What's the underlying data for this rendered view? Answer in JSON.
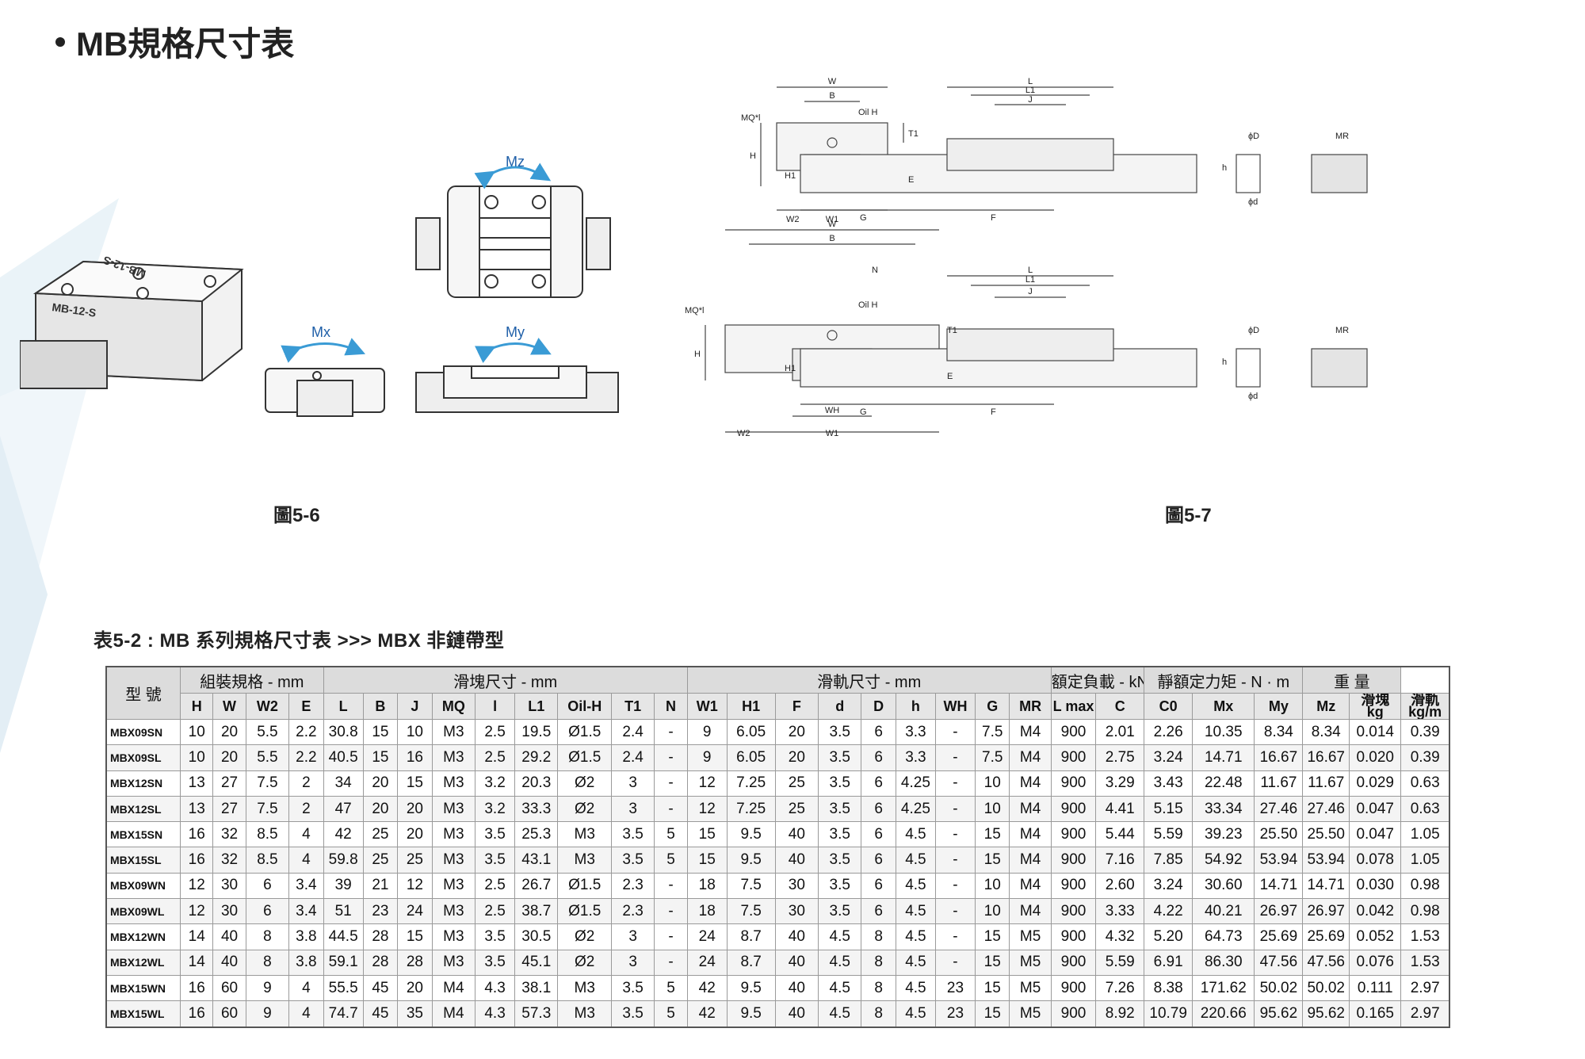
{
  "heading": "MB規格尺寸表",
  "figures": {
    "fig56_caption": "圖5-6",
    "fig57_caption": "圖5-7",
    "moment_labels": {
      "mz": "Mz",
      "mx": "Mx",
      "my": "My"
    },
    "block_marking": "MB-12-S",
    "dim_labels": {
      "w": "W",
      "b": "B",
      "mq": "MQ*l",
      "oil": "Oil H",
      "h": "H",
      "t1": "T1",
      "e": "E",
      "w2": "W2",
      "w1": "W1",
      "wh": "WH",
      "l": "L",
      "l1": "L1",
      "j": "J",
      "h1": "H1",
      "g": "G",
      "f": "F",
      "od": "ϕD",
      "smallh": "h",
      "odd": "ϕd",
      "mr": "MR",
      "n": "N"
    }
  },
  "table": {
    "title": "表5-2 : MB 系列規格尺寸表 >>>  MBX 非鏈帶型",
    "model_header": "型 號",
    "groups": [
      {
        "label": "組裝規格 - mm",
        "span": 4
      },
      {
        "label": "滑塊尺寸 - mm",
        "span": 9
      },
      {
        "label": "滑軌尺寸 - mm",
        "span": 9
      },
      {
        "label": "額定負載 - kN",
        "span": 2
      },
      {
        "label": "靜額定力矩 - N · m",
        "span": 3
      },
      {
        "label": "重 量",
        "span": 2
      }
    ],
    "columns": [
      "H",
      "W",
      "W2",
      "E",
      "L",
      "B",
      "J",
      "MQ",
      "l",
      "L1",
      "Oil-H",
      "T1",
      "N",
      "W1",
      "H1",
      "F",
      "d",
      "D",
      "h",
      "WH",
      "G",
      "MR",
      "L max",
      "C",
      "C0",
      "Mx",
      "My",
      "Mz",
      "滑塊\nkg",
      "滑軌\nkg/m"
    ],
    "rows": [
      [
        "MBX09SN",
        "10",
        "20",
        "5.5",
        "2.2",
        "30.8",
        "15",
        "10",
        "M3",
        "2.5",
        "19.5",
        "Ø1.5",
        "2.4",
        "-",
        "9",
        "6.05",
        "20",
        "3.5",
        "6",
        "3.3",
        "-",
        "7.5",
        "M4",
        "900",
        "2.01",
        "2.26",
        "10.35",
        "8.34",
        "8.34",
        "0.014",
        "0.39"
      ],
      [
        "MBX09SL",
        "10",
        "20",
        "5.5",
        "2.2",
        "40.5",
        "15",
        "16",
        "M3",
        "2.5",
        "29.2",
        "Ø1.5",
        "2.4",
        "-",
        "9",
        "6.05",
        "20",
        "3.5",
        "6",
        "3.3",
        "-",
        "7.5",
        "M4",
        "900",
        "2.75",
        "3.24",
        "14.71",
        "16.67",
        "16.67",
        "0.020",
        "0.39"
      ],
      [
        "MBX12SN",
        "13",
        "27",
        "7.5",
        "2",
        "34",
        "20",
        "15",
        "M3",
        "3.2",
        "20.3",
        "Ø2",
        "3",
        "-",
        "12",
        "7.25",
        "25",
        "3.5",
        "6",
        "4.25",
        "-",
        "10",
        "M4",
        "900",
        "3.29",
        "3.43",
        "22.48",
        "11.67",
        "11.67",
        "0.029",
        "0.63"
      ],
      [
        "MBX12SL",
        "13",
        "27",
        "7.5",
        "2",
        "47",
        "20",
        "20",
        "M3",
        "3.2",
        "33.3",
        "Ø2",
        "3",
        "-",
        "12",
        "7.25",
        "25",
        "3.5",
        "6",
        "4.25",
        "-",
        "10",
        "M4",
        "900",
        "4.41",
        "5.15",
        "33.34",
        "27.46",
        "27.46",
        "0.047",
        "0.63"
      ],
      [
        "MBX15SN",
        "16",
        "32",
        "8.5",
        "4",
        "42",
        "25",
        "20",
        "M3",
        "3.5",
        "25.3",
        "M3",
        "3.5",
        "5",
        "15",
        "9.5",
        "40",
        "3.5",
        "6",
        "4.5",
        "-",
        "15",
        "M4",
        "900",
        "5.44",
        "5.59",
        "39.23",
        "25.50",
        "25.50",
        "0.047",
        "1.05"
      ],
      [
        "MBX15SL",
        "16",
        "32",
        "8.5",
        "4",
        "59.8",
        "25",
        "25",
        "M3",
        "3.5",
        "43.1",
        "M3",
        "3.5",
        "5",
        "15",
        "9.5",
        "40",
        "3.5",
        "6",
        "4.5",
        "-",
        "15",
        "M4",
        "900",
        "7.16",
        "7.85",
        "54.92",
        "53.94",
        "53.94",
        "0.078",
        "1.05"
      ],
      [
        "MBX09WN",
        "12",
        "30",
        "6",
        "3.4",
        "39",
        "21",
        "12",
        "M3",
        "2.5",
        "26.7",
        "Ø1.5",
        "2.3",
        "-",
        "18",
        "7.5",
        "30",
        "3.5",
        "6",
        "4.5",
        "-",
        "10",
        "M4",
        "900",
        "2.60",
        "3.24",
        "30.60",
        "14.71",
        "14.71",
        "0.030",
        "0.98"
      ],
      [
        "MBX09WL",
        "12",
        "30",
        "6",
        "3.4",
        "51",
        "23",
        "24",
        "M3",
        "2.5",
        "38.7",
        "Ø1.5",
        "2.3",
        "-",
        "18",
        "7.5",
        "30",
        "3.5",
        "6",
        "4.5",
        "-",
        "10",
        "M4",
        "900",
        "3.33",
        "4.22",
        "40.21",
        "26.97",
        "26.97",
        "0.042",
        "0.98"
      ],
      [
        "MBX12WN",
        "14",
        "40",
        "8",
        "3.8",
        "44.5",
        "28",
        "15",
        "M3",
        "3.5",
        "30.5",
        "Ø2",
        "3",
        "-",
        "24",
        "8.7",
        "40",
        "4.5",
        "8",
        "4.5",
        "-",
        "15",
        "M5",
        "900",
        "4.32",
        "5.20",
        "64.73",
        "25.69",
        "25.69",
        "0.052",
        "1.53"
      ],
      [
        "MBX12WL",
        "14",
        "40",
        "8",
        "3.8",
        "59.1",
        "28",
        "28",
        "M3",
        "3.5",
        "45.1",
        "Ø2",
        "3",
        "-",
        "24",
        "8.7",
        "40",
        "4.5",
        "8",
        "4.5",
        "-",
        "15",
        "M5",
        "900",
        "5.59",
        "6.91",
        "86.30",
        "47.56",
        "47.56",
        "0.076",
        "1.53"
      ],
      [
        "MBX15WN",
        "16",
        "60",
        "9",
        "4",
        "55.5",
        "45",
        "20",
        "M4",
        "4.3",
        "38.1",
        "M3",
        "3.5",
        "5",
        "42",
        "9.5",
        "40",
        "4.5",
        "8",
        "4.5",
        "23",
        "15",
        "M5",
        "900",
        "7.26",
        "8.38",
        "171.62",
        "50.02",
        "50.02",
        "0.111",
        "2.97"
      ],
      [
        "MBX15WL",
        "16",
        "60",
        "9",
        "4",
        "74.7",
        "45",
        "35",
        "M4",
        "4.3",
        "57.3",
        "M3",
        "3.5",
        "5",
        "42",
        "9.5",
        "40",
        "4.5",
        "8",
        "4.5",
        "23",
        "15",
        "M5",
        "900",
        "8.92",
        "10.79",
        "220.66",
        "95.62",
        "95.62",
        "0.165",
        "2.97"
      ]
    ]
  },
  "colors": {
    "arrow": "#3a9bd5",
    "label_blue": "#1f5fa8",
    "header_gray": "#dcdcdc"
  }
}
